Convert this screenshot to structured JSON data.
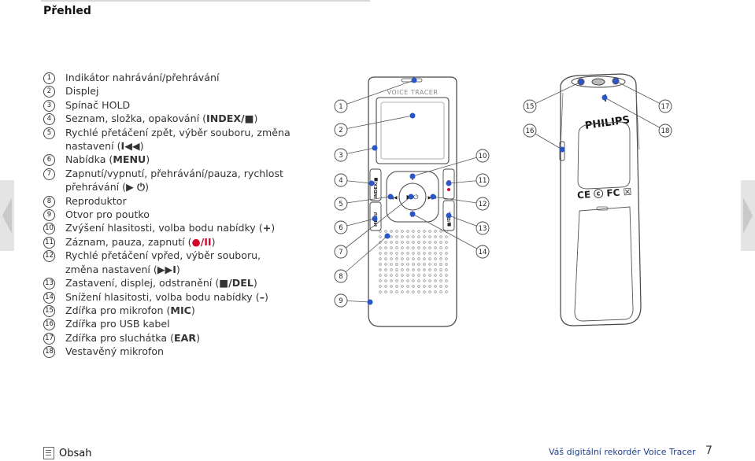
{
  "header": {
    "title": "Přehled"
  },
  "items": [
    {
      "num": "1",
      "pre": "Indikátor nahrávání/přehrávání"
    },
    {
      "num": "2",
      "pre": "Displej"
    },
    {
      "num": "3",
      "pre": "Spínač HOLD"
    },
    {
      "num": "4",
      "pre": "Seznam, složka, opakování (",
      "bold": "INDEX/■",
      "post": ")"
    },
    {
      "num": "5",
      "pre": "Rychlé přetáčení zpět, výběr souboru, změna"
    },
    {
      "num": "",
      "pre": "nastavení (",
      "bold": "I◀◀",
      "post": ")"
    },
    {
      "num": "6",
      "pre": "Nabídka (",
      "bold": "MENU",
      "post": ")"
    },
    {
      "num": "7",
      "pre": "Zapnutí/vypnutí, přehrávání/pauza, rychlost"
    },
    {
      "num": "",
      "pre": "přehrávání (",
      "bold": "▶ ⏻",
      "post": ")"
    },
    {
      "num": "8",
      "pre": "Reproduktor"
    },
    {
      "num": "9",
      "pre": "Otvor pro poutko"
    },
    {
      "num": "10",
      "pre": "Zvýšení hlasitosti, volba bodu nabídky (",
      "bold": "+",
      "post": ")"
    },
    {
      "num": "11",
      "pre": "Záznam, pauza, zapnutí (",
      "rec": "●/II",
      "post": ")"
    },
    {
      "num": "12",
      "pre": "Rychlé přetáčení vpřed, výběr souboru,"
    },
    {
      "num": "",
      "pre": "změna nastavení (",
      "bold": "▶▶I",
      "post": ")"
    },
    {
      "num": "13",
      "pre": "Zastavení, displej, odstranění (",
      "bold": "■/DEL",
      "post": ")"
    },
    {
      "num": "14",
      "pre": "Snížení hlasitosti, volba bodu nabídky (",
      "bold": "–",
      "post": ")"
    },
    {
      "num": "15",
      "pre": "Zdířka pro mikrofon (",
      "bold": "MIC",
      "post": ")"
    },
    {
      "num": "16",
      "pre": "Zdířka pro USB kabel"
    },
    {
      "num": "17",
      "pre": "Zdířka pro sluchátka (",
      "bold": "EAR",
      "post": ")"
    },
    {
      "num": "18",
      "pre": "Vestavěný mikrofon"
    }
  ],
  "illustration": {
    "device_label": "VOICE TRACER",
    "brand": "PHILIPS",
    "certifications": "CE ⓒ FC ☒",
    "button_labels": {
      "index": "INDEX/■",
      "menu": "MENU",
      "del": "■/DEL",
      "plus": "+",
      "minus": "–",
      "play": "▶ ⏻",
      "rew": "I◀◀",
      "ffw": "▶▶I",
      "rec": "●/II"
    },
    "callouts_left": [
      "1",
      "2",
      "3",
      "4",
      "5",
      "6",
      "7",
      "8",
      "9"
    ],
    "callouts_right": [
      "10",
      "11",
      "12",
      "13",
      "14"
    ],
    "callouts_side": [
      "15",
      "16",
      "17",
      "18"
    ]
  },
  "footer": {
    "contents_link": "Obsah",
    "doc_title": "Váš digitální rekordér Voice Tracer",
    "page": "7"
  },
  "colors": {
    "accent_blue": "#1e3f8c",
    "record_red": "#d10a2c",
    "callout_dot": "#2a55c8"
  }
}
